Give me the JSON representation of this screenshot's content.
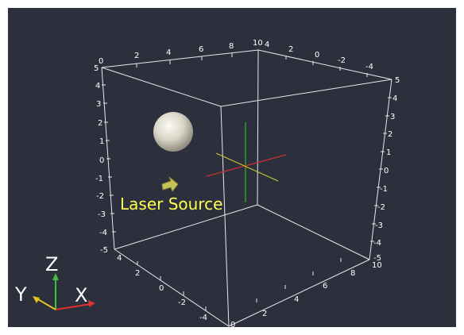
{
  "view": {
    "background": "#2c2f3c",
    "annotation": {
      "text": "Laser Source",
      "color": "#ffff4d"
    },
    "sphere_color": "#d9d5c8",
    "arrow_color": "#c8c25a",
    "crosshair": {
      "x_color": "#c83232",
      "y_color": "#c8c832",
      "z_color": "#32b432"
    },
    "orientation_axes": {
      "x_label": "X",
      "y_label": "Y",
      "z_label": "Z",
      "x_color": "#e03030",
      "y_color": "#e8c020",
      "z_color": "#40c040"
    },
    "ticks": {
      "top_front": [
        "0",
        "2",
        "4",
        "6",
        "8",
        "10"
      ],
      "top_right": [
        "4",
        "2",
        "0",
        "-2",
        "-4"
      ],
      "left_z": [
        "5",
        "4",
        "3",
        "2",
        "1",
        "0",
        "-1",
        "-2",
        "-3",
        "-4",
        "-5"
      ],
      "right_z": [
        "5",
        "4",
        "3",
        "2",
        "1",
        "0",
        "-1",
        "-2",
        "-3",
        "-4",
        "-5"
      ],
      "bottom_y": [
        "4",
        "2",
        "0",
        "-2",
        "-4"
      ],
      "bottom_x": [
        "0",
        "2",
        "4",
        "6",
        "8",
        "10"
      ]
    }
  }
}
